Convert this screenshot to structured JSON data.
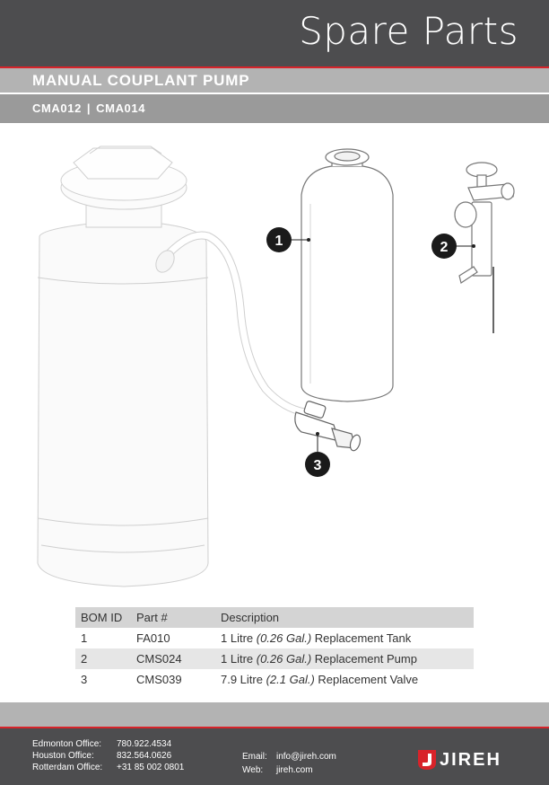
{
  "header": {
    "title": "Spare Parts"
  },
  "product": {
    "name": "MANUAL COUPLANT PUMP",
    "code_a": "CMA012",
    "code_separator": "|",
    "code_b": "CMA014"
  },
  "callouts": [
    "1",
    "2",
    "3"
  ],
  "bom": {
    "headers": [
      "BOM ID",
      "Part #",
      "Description"
    ],
    "rows": [
      {
        "id": "1",
        "part": "FA010",
        "desc_pre": "1 Litre ",
        "desc_em": "(0.26 Gal.)",
        "desc_post": " Replacement Tank"
      },
      {
        "id": "2",
        "part": "CMS024",
        "desc_pre": "1 Litre ",
        "desc_em": "(0.26 Gal.)",
        "desc_post": " Replacement Pump"
      },
      {
        "id": "3",
        "part": "CMS039",
        "desc_pre": "7.9 Litre ",
        "desc_em": "(2.1 Gal.)",
        "desc_post": " Replacement Valve"
      }
    ]
  },
  "footer": {
    "offices": [
      {
        "label": "Edmonton Office:",
        "phone": "780.922.4534"
      },
      {
        "label": "Houston Office:",
        "phone": "832.564.0626"
      },
      {
        "label": "Rotterdam Office:",
        "phone": "+31 85 002 0801"
      }
    ],
    "email_label": "Email:",
    "email": "info@jireh.com",
    "web_label": "Web:",
    "web": "jireh.com",
    "logo_text": "JIREH"
  },
  "colors": {
    "header_bg": "#4d4d4f",
    "accent_red": "#d8232a",
    "band_light": "#b3b3b3",
    "band_dark": "#9a9a9a",
    "table_header": "#d4d4d4",
    "table_shade": "#e6e6e6"
  }
}
